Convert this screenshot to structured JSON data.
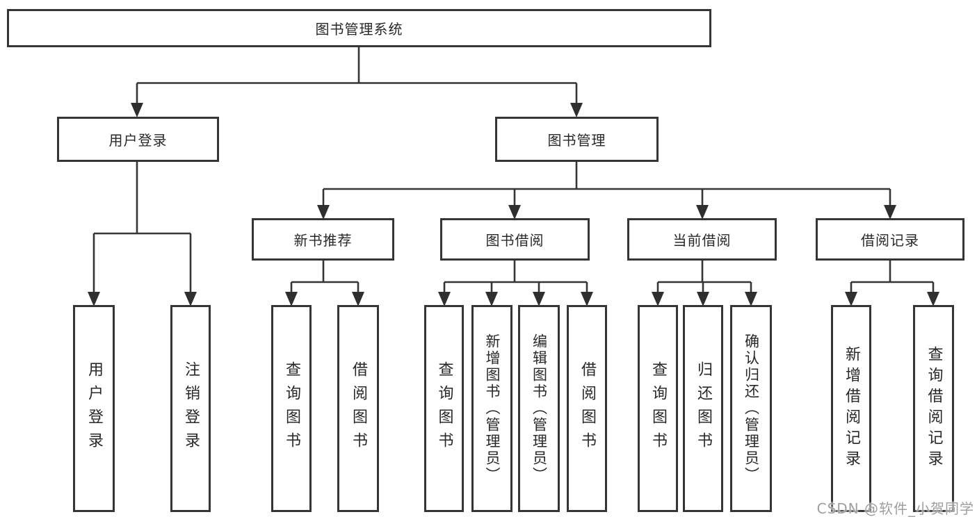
{
  "tree": {
    "root": "图书管理系统",
    "branches": [
      {
        "label": "用户登录",
        "children": [
          "用户登录",
          "注销登录"
        ]
      },
      {
        "label": "图书管理",
        "children": [
          {
            "label": "新书推荐",
            "children": [
              "查询图书",
              "借阅图书"
            ]
          },
          {
            "label": "图书借阅",
            "children": [
              "查询图书",
              "新增图书（管理员）",
              "编辑图书（管理员）",
              "借阅图书"
            ]
          },
          {
            "label": "当前借阅",
            "children": [
              "查询图书",
              "归还图书",
              "确认归还（管理员）"
            ]
          },
          {
            "label": "借阅记录",
            "children": [
              "新增借阅记录",
              "查询借阅记录"
            ]
          }
        ]
      }
    ]
  },
  "watermark": "CSDN @软件_小贺同学",
  "colors": {
    "line": "#353535",
    "text": "#282828",
    "watermark": "#9e9e9e",
    "background": "#ffffff"
  }
}
